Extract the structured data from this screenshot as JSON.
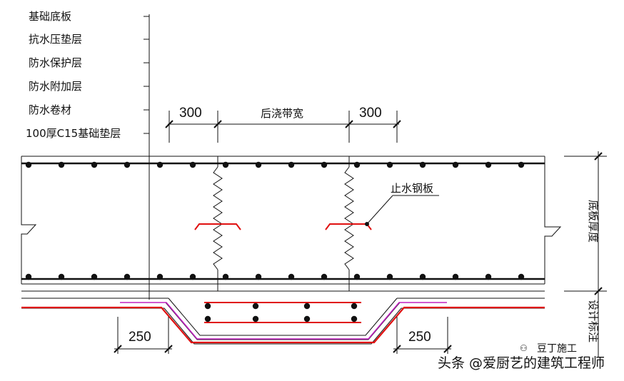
{
  "layers": {
    "items": [
      "基础底板",
      "抗水压垫层",
      "防水保护层",
      "防水附加层",
      "防水卷材",
      "100厚C15基础垫层"
    ]
  },
  "dimensions": {
    "left_300": "300",
    "pour_strip_width": "后浇带宽",
    "right_300": "300",
    "bottom_left_250": "250",
    "bottom_right_250": "250"
  },
  "annotations": {
    "water_stop_plate": "止水钢板",
    "slab_thickness": "底板厚度",
    "design_elevation": "设计标注"
  },
  "watermark": {
    "brand": "豆丁施工",
    "credit": "头条 @爱厨艺的建筑工程师"
  },
  "colors": {
    "line": "#111111",
    "waterproof_red": "#e01010",
    "membrane_magenta": "#c020c0"
  }
}
